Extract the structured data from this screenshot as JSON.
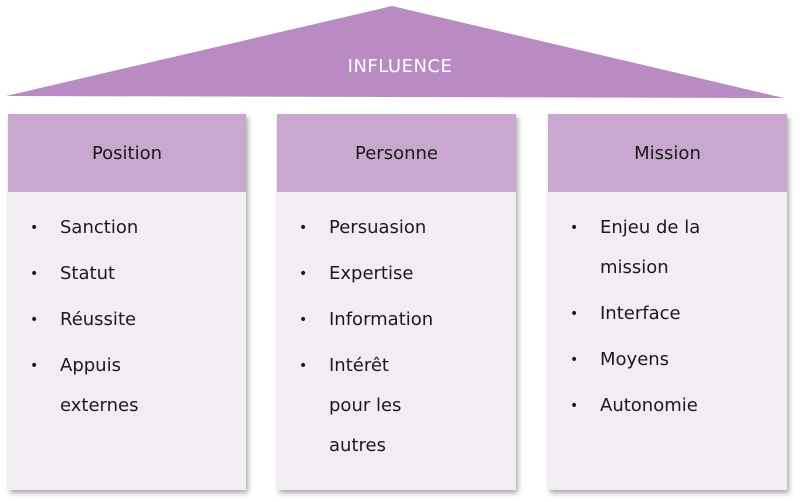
{
  "roof": {
    "title": "INFLUENCE",
    "color": "#b98bc2"
  },
  "pillars": [
    {
      "title": "Position",
      "items": [
        "Sanction",
        "Statut",
        "Réussite",
        "Appuis externes"
      ]
    },
    {
      "title": "Personne",
      "items": [
        "Persuasion",
        "Expertise",
        "Information",
        "Intérêt pour les autres"
      ]
    },
    {
      "title": "Mission",
      "items": [
        "Enjeu de la mission",
        "Interface",
        "Moyens",
        "Autonomie"
      ]
    }
  ],
  "colors": {
    "header": "#c9a8d0",
    "body": "#f2ecf3"
  }
}
